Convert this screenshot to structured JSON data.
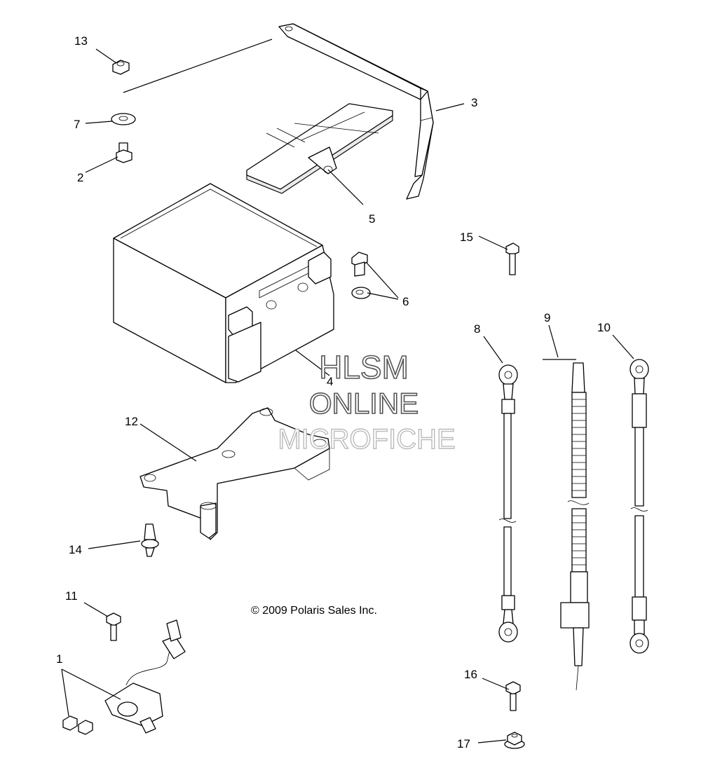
{
  "callouts": {
    "c1": "1",
    "c2": "2",
    "c3": "3",
    "c4": "4",
    "c5": "5",
    "c6": "6",
    "c7": "7",
    "c8": "8",
    "c9": "9",
    "c10": "10",
    "c11": "11",
    "c12": "12",
    "c13": "13",
    "c14": "14",
    "c15": "15",
    "c16": "16",
    "c17": "17"
  },
  "copyright": "© 2009 Polaris Sales Inc.",
  "watermark": {
    "line1": "HLSM",
    "line2": "ONLINE",
    "line3": "MICROFICHE"
  }
}
